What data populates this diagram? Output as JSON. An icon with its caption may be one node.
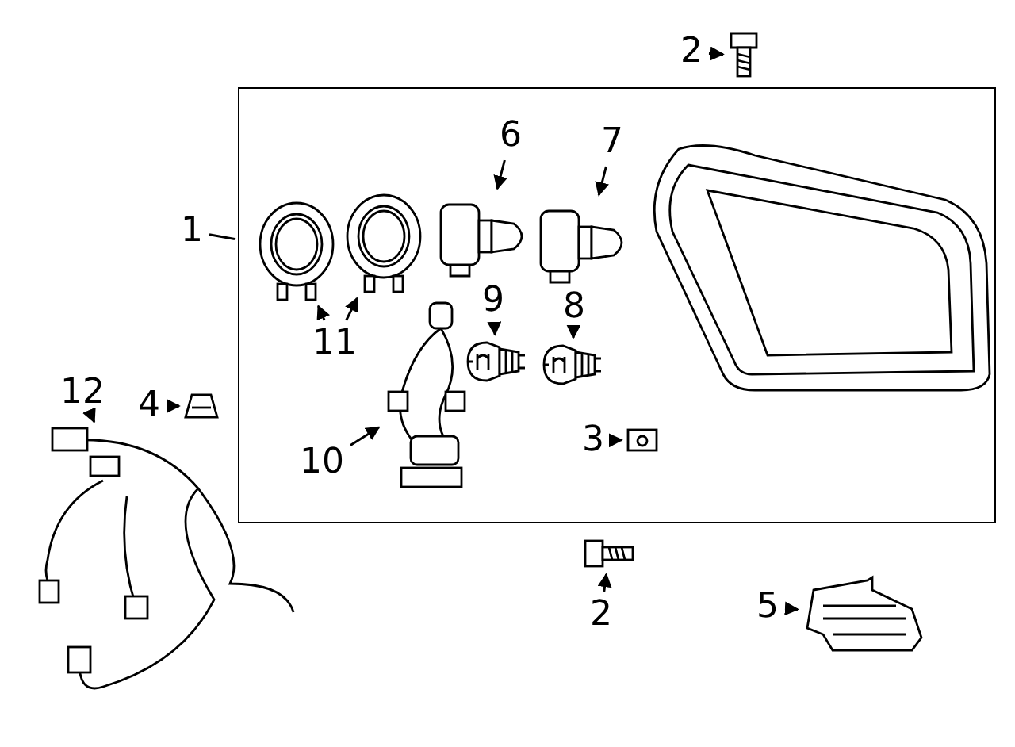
{
  "diagram": {
    "nodes": [
      {
        "text": [
          "2"
        ]
      },
      {
        "text": [],
        "shape": "picture"
      },
      {
        "text": [],
        "shape": "box"
      },
      {
        "text": [
          "1"
        ]
      },
      {
        "text": [],
        "shape": "picture",
        "in": 2
      },
      {
        "text": [],
        "shape": "picture",
        "in": 2
      },
      {
        "text": [
          "6"
        ],
        "in": 2
      },
      {
        "text": [],
        "shape": "picture",
        "in": 2
      },
      {
        "text": [
          "7"
        ],
        "in": 2
      },
      {
        "text": [],
        "shape": "picture",
        "in": 2
      },
      {
        "text": [
          "11"
        ],
        "in": 2
      },
      {
        "text": [
          "9"
        ],
        "in": 2
      },
      {
        "text": [],
        "shape": "picture",
        "in": 2
      },
      {
        "text": [
          "8"
        ],
        "in": 2
      },
      {
        "text": [],
        "shape": "picture",
        "in": 2
      },
      {
        "text": [
          "10"
        ],
        "in": 2
      },
      {
        "text": [],
        "shape": "picture",
        "in": 2
      },
      {
        "text": [
          "3"
        ],
        "in": 2
      },
      {
        "text": [],
        "shape": "picture",
        "in": 2
      },
      {
        "text": [
          "12"
        ]
      },
      {
        "text": [],
        "shape": "picture"
      },
      {
        "text": [
          "4"
        ]
      },
      {
        "text": [],
        "shape": "picture"
      },
      {
        "text": [
          "2"
        ]
      },
      {
        "text": [],
        "shape": "picture"
      },
      {
        "text": [
          "5"
        ]
      },
      {
        "text": [],
        "shape": "picture"
      }
    ],
    "edges": [
      {
        "from": 0,
        "to": 1,
        "arrow": "to"
      },
      {
        "from": 3,
        "to": 2,
        "arrow": "none"
      },
      {
        "from": 6,
        "to": 7,
        "arrow": "to"
      },
      {
        "from": 8,
        "to": 9,
        "arrow": "to"
      },
      {
        "from": 10,
        "to": 4,
        "arrow": "to"
      },
      {
        "from": 10,
        "to": 5,
        "arrow": "to"
      },
      {
        "from": 11,
        "to": 12,
        "arrow": "to"
      },
      {
        "from": 13,
        "to": 14,
        "arrow": "to"
      },
      {
        "from": 15,
        "to": 16,
        "arrow": "to"
      },
      {
        "from": 17,
        "to": 18,
        "arrow": "to"
      },
      {
        "from": 19,
        "to": 20,
        "arrow": "to"
      },
      {
        "from": 21,
        "to": 22,
        "arrow": "to"
      },
      {
        "from": 23,
        "to": 24,
        "arrow": "to"
      },
      {
        "from": 25,
        "to": 26,
        "arrow": "to"
      }
    ]
  }
}
